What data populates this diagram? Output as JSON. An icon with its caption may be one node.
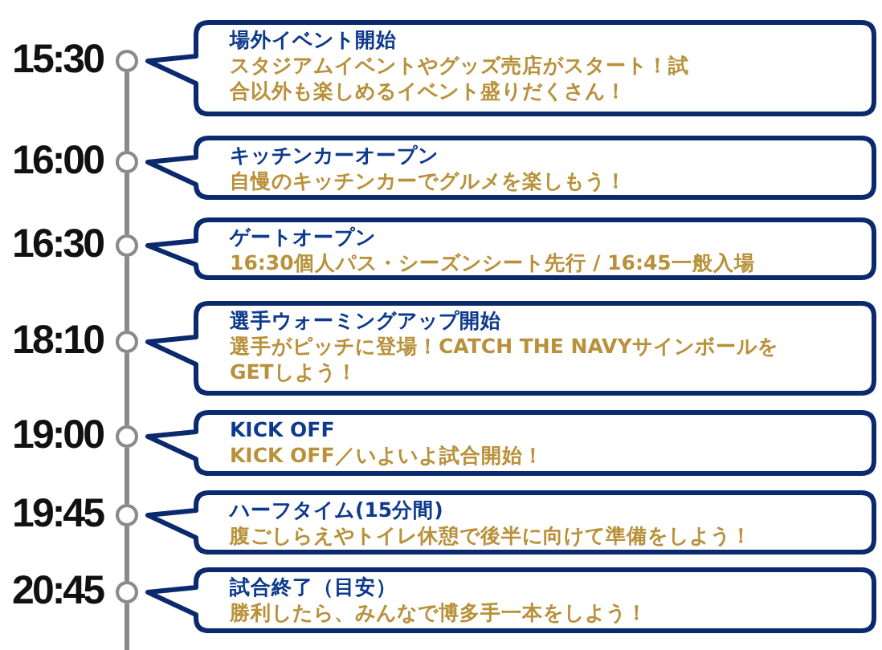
{
  "diagram": {
    "nodes": [
      {
        "text": [],
        "shape": "circle",
        "beside": [
          "15:30"
        ]
      },
      {
        "text": [],
        "shape": "circle",
        "beside": [
          "16:00"
        ]
      },
      {
        "text": [],
        "shape": "circle",
        "beside": [
          "16:30"
        ]
      },
      {
        "text": [],
        "shape": "circle",
        "beside": [
          "18:10"
        ]
      },
      {
        "text": [],
        "shape": "circle",
        "beside": [
          "19:00"
        ]
      },
      {
        "text": [],
        "shape": "circle",
        "beside": [
          "19:45"
        ]
      },
      {
        "text": [],
        "shape": "circle",
        "beside": [
          "20:45"
        ]
      },
      {
        "text": [
          "場外イベント開始",
          "スタジアムイベントやグッズ売店がスタート！試合以外も楽しめるイベント盛りだくさん！"
        ]
      },
      {
        "text": [
          "キッチンカーオープン",
          "自慢のキッチンカーでグルメを楽しもう！"
        ]
      },
      {
        "text": [
          "ゲートオープン",
          "16:30個人パス・シーズンシート先行 / 16:45一般入場"
        ]
      },
      {
        "text": [
          "選手ウォーミングアップ開始",
          "選手がピッチに登場！CATCH THE NAVYサインボールをGETしよう！"
        ]
      },
      {
        "text": [
          "KICK OFF",
          "KICK OFF／いよいよ試合開始！"
        ]
      },
      {
        "text": [
          "ハーフタイム(15分間)",
          "腹ごしらえやトイレ休憩で後半に向けて準備をしよう！"
        ]
      },
      {
        "text": [
          "試合終了（目安）",
          "勝利したら、みんなで博多手一本をしよう！"
        ]
      }
    ],
    "edges": [
      {
        "from": 0,
        "to": 1,
        "arrow": "none"
      },
      {
        "from": 1,
        "to": 2,
        "arrow": "none"
      },
      {
        "from": 2,
        "to": 3,
        "arrow": "none"
      },
      {
        "from": 3,
        "to": 4,
        "arrow": "none"
      },
      {
        "from": 4,
        "to": 5,
        "arrow": "none"
      },
      {
        "from": 5,
        "to": 6,
        "arrow": "none"
      }
    ]
  }
}
